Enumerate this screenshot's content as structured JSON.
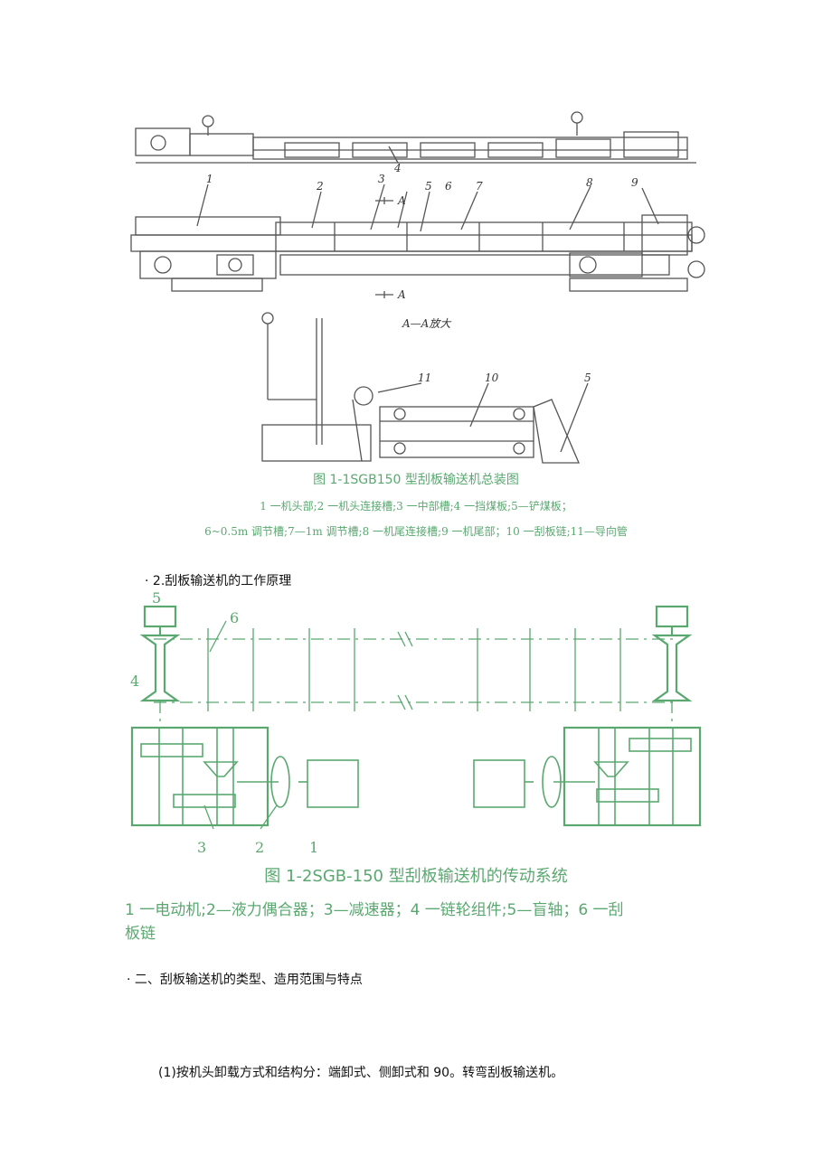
{
  "figure1": {
    "top_labels": [
      "1",
      "2",
      "3",
      "4",
      "5",
      "6",
      "7",
      "8",
      "9"
    ],
    "section_mark": "A",
    "section_title": "A—A放大",
    "detail_labels": [
      "11",
      "10",
      "5"
    ],
    "caption": "图 1-1SGB150 型刮板输送机总装图",
    "legend_line1": "1 一机头部;2 一机头连接槽;3 一中部槽;4 一挡煤板;5—铲煤板；",
    "legend_line2": "6~0.5m 调节槽;7—1m 调节槽;8 一机尾连接槽;9 一机尾部；10 一刮板链;11—导向管"
  },
  "section2": {
    "bullet": "·",
    "title": "2.刮板输送机的工作原理"
  },
  "figure2": {
    "labels": [
      "5",
      "6",
      "4",
      "3",
      "2",
      "1"
    ],
    "caption": "图 1-2SGB-150 型刮板输送机的传动系统",
    "legend_line1": "1 一电动机;2—液力偶合器；3—减速器；4 一链轮组件;5—盲轴；6 一刮",
    "legend_line2": "板链"
  },
  "section3": {
    "bullet": "·",
    "title": "二、刮板输送机的类型、造用范围与特点"
  },
  "paragraph1": "(1)按机头卸载方式和结构分：端卸式、侧卸式和 90。转弯刮板输送机。",
  "colors": {
    "figure_green": "#5aa870",
    "text": "#111111"
  }
}
